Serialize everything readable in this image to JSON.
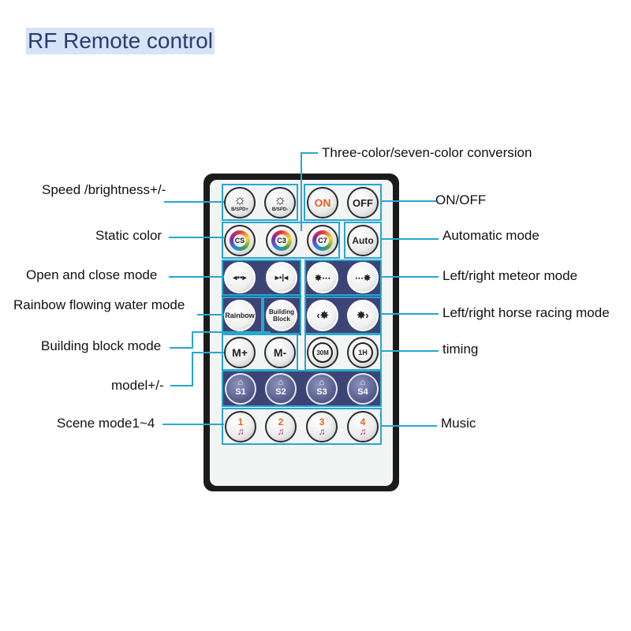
{
  "title": "RF Remote control",
  "labels": {
    "three_color": "Three-color/seven-color conversion",
    "speed": "Speed /brightness+/-",
    "onoff": "ON/OFF",
    "static": "Static color",
    "auto_mode": "Automatic mode",
    "open_close": "Open and close mode",
    "meteor": "Left/right meteor mode",
    "rainbow": "Rainbow flowing water mode",
    "horse": "Left/right horse racing mode",
    "building": "Building block mode",
    "timing": "timing",
    "model": "model+/-",
    "scene": "Scene mode1~4",
    "music": "Music"
  },
  "buttons": {
    "speed_plus_caption": "B/SPD+",
    "speed_minus_caption": "B/SPD-",
    "on": "ON",
    "off": "OFF",
    "cs": "CS",
    "c3": "C3",
    "c7": "C7",
    "auto": "Auto",
    "open": "◂▪▪▸",
    "close": "▸▪|◂",
    "meteor_left": "✸⋯",
    "meteor_right": "⋯✸",
    "rainbow": "Rainbow",
    "building_block": "Building Block",
    "horse_left": "‹✸",
    "horse_right": "✸›",
    "m_plus": "M+",
    "m_minus": "M-",
    "timer_30": "30M",
    "timer_1h": "1H",
    "scene": [
      "S1",
      "S2",
      "S3",
      "S4"
    ],
    "music": [
      "1",
      "2",
      "3",
      "4"
    ]
  },
  "colors": {
    "accent_line": "#26a7d3",
    "panel": "#3c4476",
    "on_text": "#e8601c",
    "title_bg": "#d7e3f7"
  },
  "icons": {
    "speed": "sun-icon",
    "scene": "house-icon",
    "music": "music-note-icon"
  }
}
